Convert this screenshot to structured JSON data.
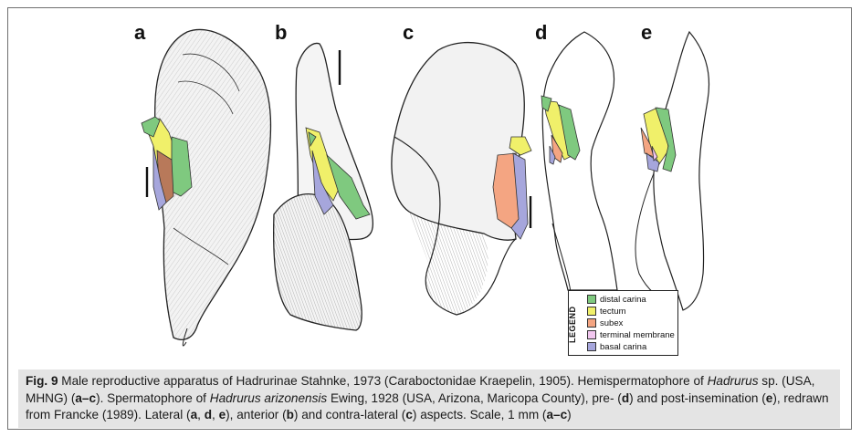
{
  "panels": {
    "a": "a",
    "b": "b",
    "c": "c",
    "d": "d",
    "e": "e"
  },
  "legend": {
    "title": "LEGEND",
    "items": [
      {
        "label": "distal carina",
        "color": "#7fc97f"
      },
      {
        "label": "tectum",
        "color": "#f0f06a"
      },
      {
        "label": "subex",
        "color": "#f4a582"
      },
      {
        "label": "terminal membrane",
        "color": "#f1c6ef"
      },
      {
        "label": "basal carina",
        "color": "#a6a6dc"
      }
    ]
  },
  "caption": {
    "fig": "Fig. 9",
    "t1": " Male reproductive apparatus of Hadrurinae Stahnke, 1973 (Caraboctonidae Kraepelin, 1905). Hemispermatophore of ",
    "genus1": "Hadrurus",
    "t2": " sp. (USA, MHNG) (",
    "ref_ac": "a–c",
    "t3": "). Spermatophore of ",
    "species": "Hadrurus arizonensis",
    "t4": " Ewing, 1928 (USA, Arizona, Maricopa County), pre- (",
    "ref_d": "d",
    "t5": ") and post-insemination (",
    "ref_e": "e",
    "t6": "), redrawn from Francke (1989). Lateral (",
    "ref_a": "a",
    "sep1": ", ",
    "ref_d2": "d",
    "sep2": ", ",
    "ref_e2": "e",
    "t7": "), anterior (",
    "ref_b": "b",
    "t8": ") and contra-lateral (",
    "ref_c": "c",
    "t9": ") aspects. Scale, 1 mm (",
    "ref_ac2": "a–c",
    "t10": ")"
  },
  "colors": {
    "distal_carina": "#7fc97f",
    "tectum": "#f0f06a",
    "subex": "#f4a582",
    "terminal_membrane": "#f1c6ef",
    "basal_carina": "#a6a6dc",
    "caption_bg": "#e4e4e4"
  }
}
